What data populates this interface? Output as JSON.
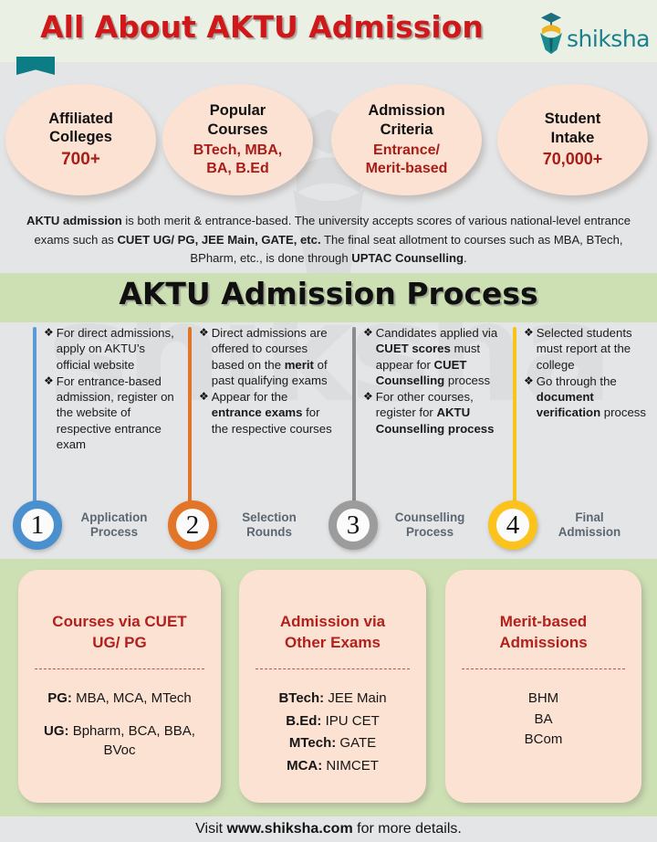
{
  "header": {
    "title": "All About AKTU Admission",
    "brand_name": "shiksha",
    "brand_icon": "graduation-cap-logo-icon"
  },
  "watermark": {
    "text": "shiksha"
  },
  "stats": [
    {
      "title_line1": "Affiliated",
      "title_line2": "Colleges",
      "value": "700+"
    },
    {
      "title_line1": "Popular",
      "title_line2": "Courses",
      "value_line1": "BTech, MBA,",
      "value_line2": "BA, B.Ed"
    },
    {
      "title_line1": "Admission",
      "title_line2": "Criteria",
      "value_line1": "Entrance/",
      "value_line2": "Merit-based"
    },
    {
      "title_line1": "Student",
      "title_line2": "Intake",
      "value": "70,000+"
    }
  ],
  "intro": {
    "p1_bold": "AKTU admission",
    "p1_text": " is both merit & entrance-based. The university accepts scores of various national-level entrance exams such as ",
    "p2_bold": "CUET UG/ PG, JEE Main, GATE, etc.",
    "p2_text": " The final seat allotment to courses such as MBA, BTech, BPharm, etc., is done through ",
    "p3_bold": "UPTAC Counselling",
    "p3_text": "."
  },
  "process_heading": "AKTU Admission Process",
  "process_columns": [
    {
      "accent": "#5b9bd5",
      "bullets": [
        {
          "parts": [
            {
              "t": "For direct admissions, apply on AKTU’s official website",
              "b": false
            }
          ]
        },
        {
          "parts": [
            {
              "t": "For entrance-based admission, register on the website of respective entrance exam",
              "b": false
            }
          ]
        }
      ]
    },
    {
      "accent": "#e27528",
      "bullets": [
        {
          "parts": [
            {
              "t": "Direct admissions are offered to courses based on the ",
              "b": false
            },
            {
              "t": "merit",
              "b": true
            },
            {
              "t": " of past qualifying exams",
              "b": false
            }
          ]
        },
        {
          "parts": [
            {
              "t": "Appear for the ",
              "b": false
            },
            {
              "t": "entrance exams",
              "b": true
            },
            {
              "t": " for the respective courses",
              "b": false
            }
          ]
        }
      ]
    },
    {
      "accent": "#8c8c8c",
      "bullets": [
        {
          "parts": [
            {
              "t": "Candidates applied via ",
              "b": false
            },
            {
              "t": "CUET scores",
              "b": true
            },
            {
              "t": " must appear for ",
              "b": false
            },
            {
              "t": "CUET Counselling",
              "b": true
            },
            {
              "t": " process",
              "b": false
            }
          ]
        },
        {
          "parts": [
            {
              "t": "For other courses, register for ",
              "b": false
            },
            {
              "t": "AKTU Counselling process",
              "b": true
            }
          ]
        }
      ]
    },
    {
      "accent": "#f5c518",
      "bullets": [
        {
          "parts": [
            {
              "t": "Selected students must report at the college",
              "b": false
            }
          ]
        },
        {
          "parts": [
            {
              "t": "Go through the ",
              "b": false
            },
            {
              "t": "document verification",
              "b": true
            },
            {
              "t": " process",
              "b": false
            }
          ]
        }
      ]
    }
  ],
  "steps": [
    {
      "number": "1",
      "label_line1": "Application",
      "label_line2": "Process",
      "color": "#4a90cf"
    },
    {
      "number": "2",
      "label_line1": "Selection",
      "label_line2": "Rounds",
      "color": "#e27528"
    },
    {
      "number": "3",
      "label_line1": "Counselling",
      "label_line2": "Process",
      "color": "#9c9c9c"
    },
    {
      "number": "4",
      "label_line1": "Final",
      "label_line2": "Admission",
      "color": "#fbc31c"
    }
  ],
  "cards": [
    {
      "title_line1": "Courses via CUET",
      "title_line2": "UG/ PG",
      "rows": [
        {
          "label": "PG:",
          "value": " MBA, MCA, MTech"
        },
        {
          "label": "UG:",
          "value": " Bpharm, BCA, BBA, BVoc"
        }
      ]
    },
    {
      "title_line1": "Admission via",
      "title_line2": "Other Exams",
      "rows": [
        {
          "label": "BTech:",
          "value": " JEE Main"
        },
        {
          "label": "B.Ed:",
          "value": " IPU CET"
        },
        {
          "label": "MTech:",
          "value": " GATE"
        },
        {
          "label": "MCA:",
          "value": " NIMCET"
        }
      ]
    },
    {
      "title_line1": "Merit-based",
      "title_line2": "Admissions",
      "rows": [
        {
          "label": "",
          "value": "BHM"
        },
        {
          "label": "",
          "value": "BA"
        },
        {
          "label": "",
          "value": "BCom"
        }
      ]
    }
  ],
  "footer": {
    "prefix": "Visit ",
    "site": "www.shiksha.com",
    "suffix": " for more details."
  },
  "colors": {
    "page_bg": "#e4e5e6",
    "header_bg": "#eaf0e3",
    "green_band": "#cde0b3",
    "card_bg": "#fbe2d3",
    "title_red": "#d0181a",
    "accent_red": "#a91d18",
    "brand_teal": "#1a7f8e"
  }
}
